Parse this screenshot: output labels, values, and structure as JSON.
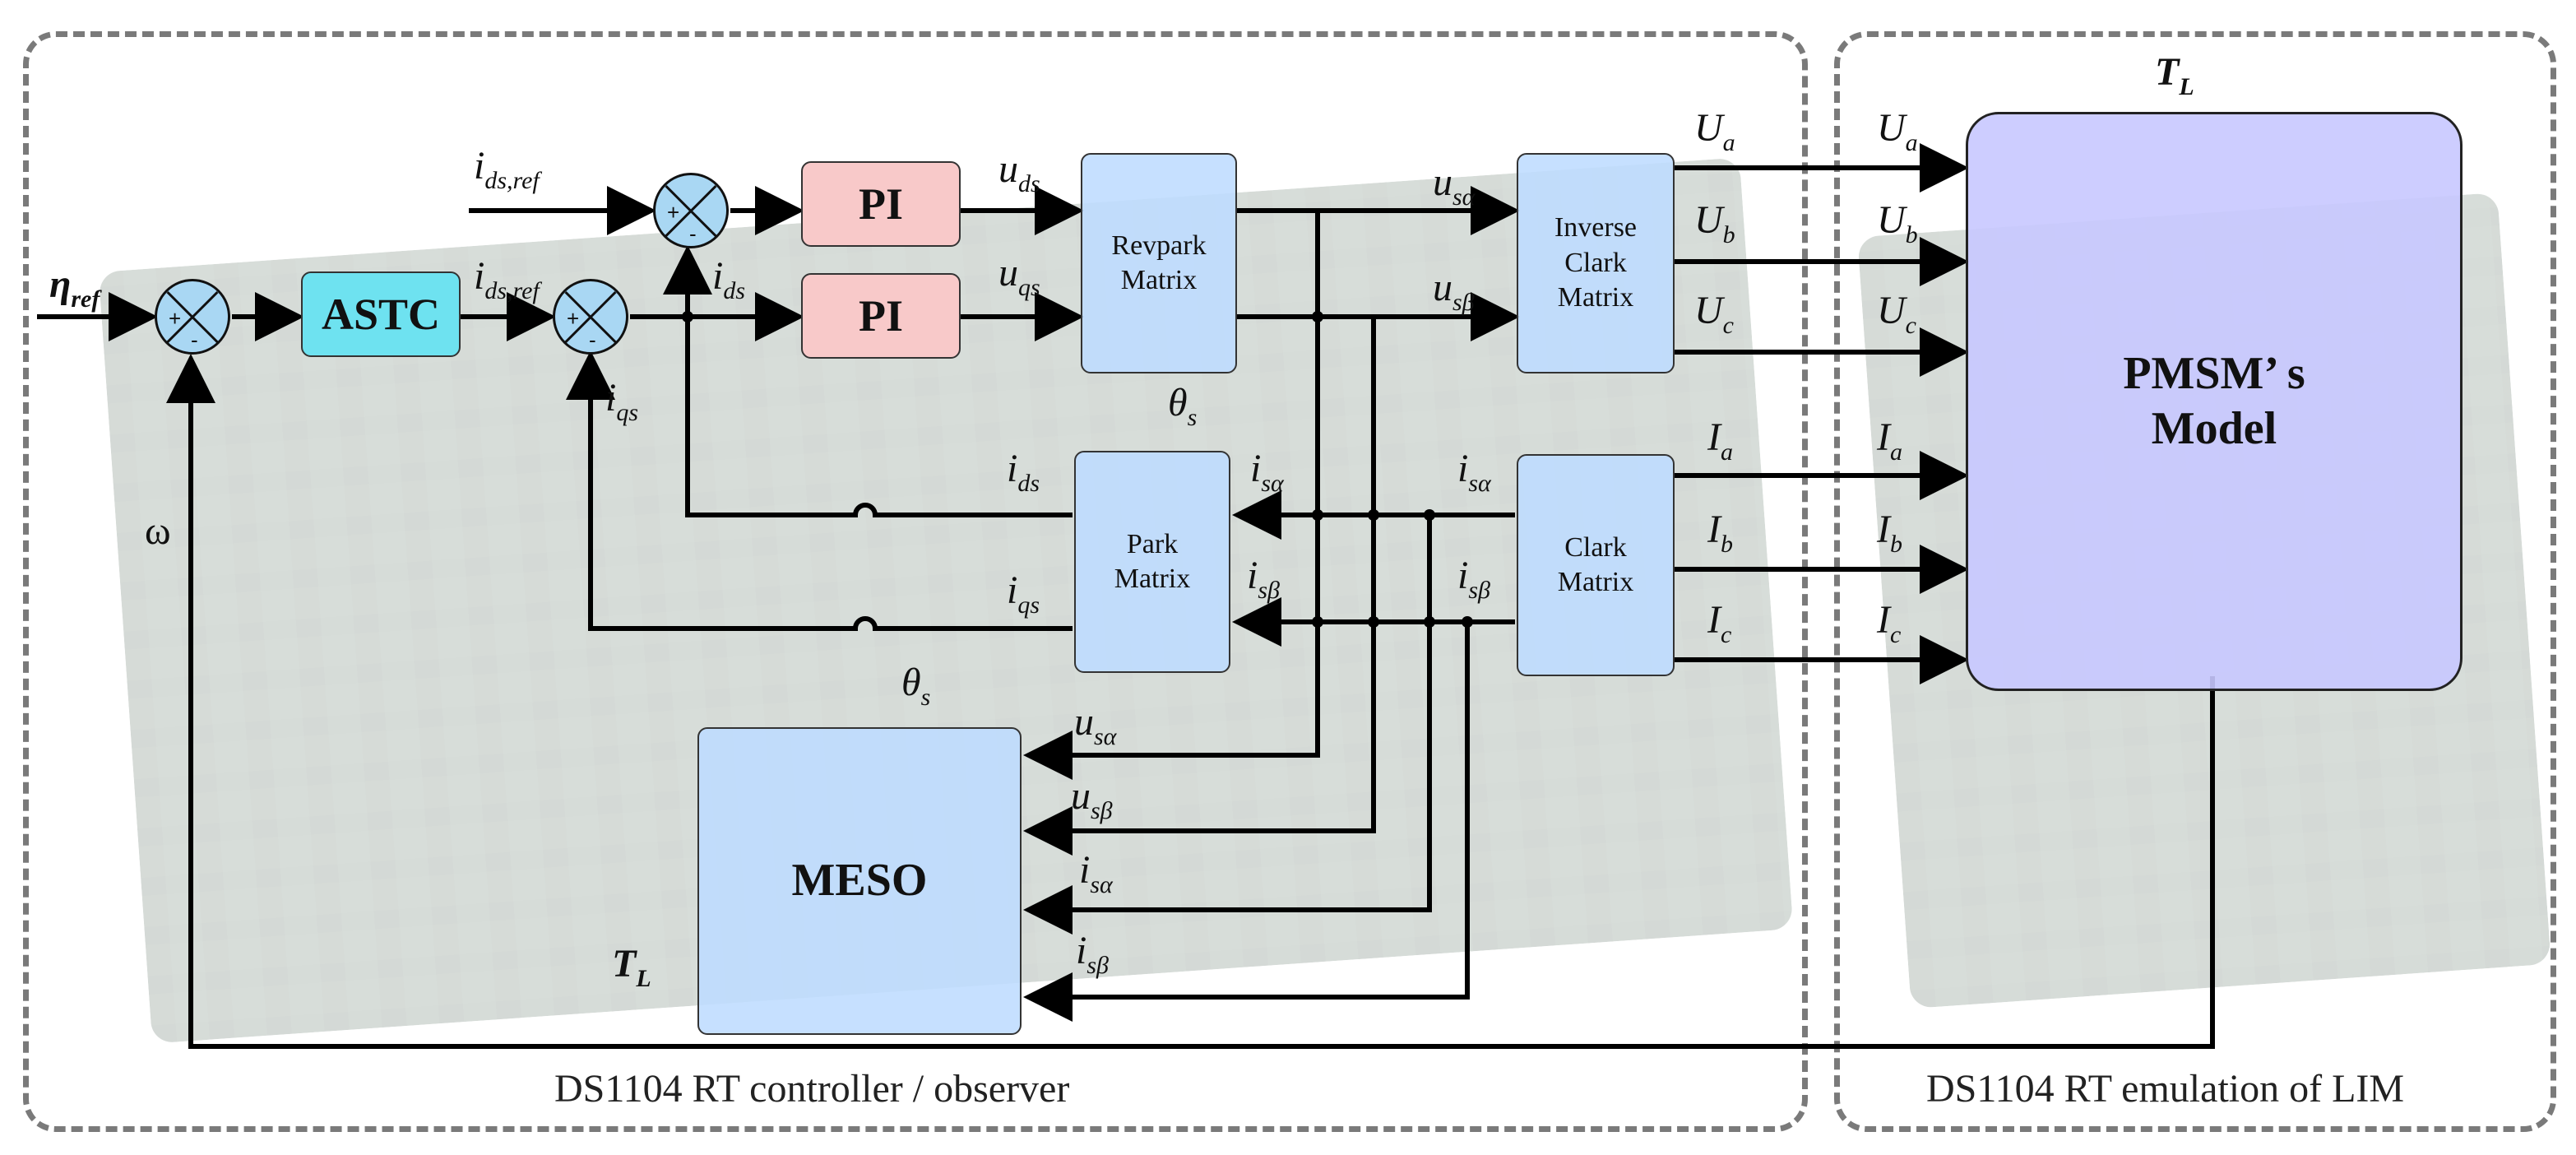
{
  "regions": {
    "controller": "DS1104 RT controller / observer",
    "emulation": "DS1104 RT emulation of LIM"
  },
  "blocks": {
    "astc": "ASTC",
    "pi_d": "PI",
    "pi_q": "PI",
    "revpark": "Revpark Matrix",
    "inverse_clark": "Inverse Clark Matrix",
    "park": "Park Matrix",
    "clark": "Clark Matrix",
    "meso": "MESO",
    "pmsm": "PMSM’ s Model"
  },
  "sum_signs": {
    "plus": "+",
    "minus": "-"
  },
  "signals": {
    "eta_ref": {
      "main": "η",
      "sub": "ref"
    },
    "omega": {
      "main": "ω",
      "sub": ""
    },
    "ids_ref_top": {
      "main": "i",
      "sub": "ds,ref"
    },
    "ids_ref_astc": {
      "main": "i",
      "sub": "ds,ref"
    },
    "ids_fb": {
      "main": "i",
      "sub": "ds"
    },
    "iqs_fb": {
      "main": "i",
      "sub": "qs"
    },
    "uds": {
      "main": "u",
      "sub": "ds"
    },
    "uqs": {
      "main": "u",
      "sub": "qs"
    },
    "usa_top": {
      "main": "u",
      "sub": "sα"
    },
    "usb_top": {
      "main": "u",
      "sub": "sβ"
    },
    "theta_top": {
      "main": "θ",
      "sub": "s"
    },
    "theta_meso": {
      "main": "θ",
      "sub": "s"
    },
    "ids_park": {
      "main": "i",
      "sub": "ds"
    },
    "iqs_park": {
      "main": "i",
      "sub": "qs"
    },
    "isa_park": {
      "main": "i",
      "sub": "sα"
    },
    "isb_park": {
      "main": "i",
      "sub": "sβ"
    },
    "isa_clark": {
      "main": "i",
      "sub": "sα"
    },
    "isb_clark": {
      "main": "i",
      "sub": "sβ"
    },
    "usa_meso": {
      "main": "u",
      "sub": "sα"
    },
    "usb_meso": {
      "main": "u",
      "sub": "sβ"
    },
    "isa_meso": {
      "main": "i",
      "sub": "sα"
    },
    "isb_meso": {
      "main": "i",
      "sub": "sβ"
    },
    "tl_meso": {
      "main": "T",
      "sub": "L"
    },
    "tl_pmsm": {
      "main": "T",
      "sub": "L"
    },
    "ua_l": {
      "main": "U",
      "sub": "a"
    },
    "ub_l": {
      "main": "U",
      "sub": "b"
    },
    "uc_l": {
      "main": "U",
      "sub": "c"
    },
    "ua_r": {
      "main": "U",
      "sub": "a"
    },
    "ub_r": {
      "main": "U",
      "sub": "b"
    },
    "uc_r": {
      "main": "U",
      "sub": "c"
    },
    "ia_l": {
      "main": "I",
      "sub": "a"
    },
    "ib_l": {
      "main": "I",
      "sub": "b"
    },
    "ic_l": {
      "main": "I",
      "sub": "c"
    },
    "ia_r": {
      "main": "I",
      "sub": "a"
    },
    "ib_r": {
      "main": "I",
      "sub": "b"
    },
    "ic_r": {
      "main": "I",
      "sub": "c"
    }
  }
}
